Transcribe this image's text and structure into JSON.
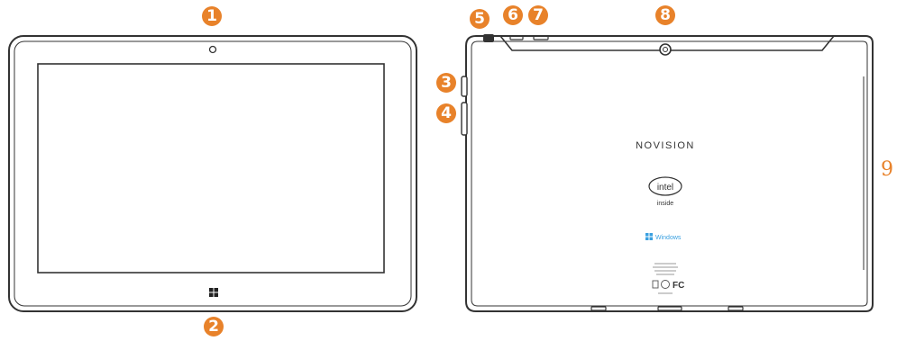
{
  "callouts": {
    "c1": "1",
    "c2": "2",
    "c3": "3",
    "c4": "4",
    "c5": "5",
    "c6": "6",
    "c7": "7",
    "c8": "8",
    "c9": "9"
  },
  "back": {
    "brand": "NOVISION",
    "intel_logo": "intel",
    "intel_sub": "inside",
    "windows_label": "Windows"
  },
  "colors": {
    "callout": "#e8822a",
    "outline": "#333333",
    "windows_blue": "#3aa0e0"
  },
  "icons": [
    "camera-icon",
    "windows-logo-icon",
    "headphone-jack-icon",
    "fcc-mark-icon"
  ]
}
